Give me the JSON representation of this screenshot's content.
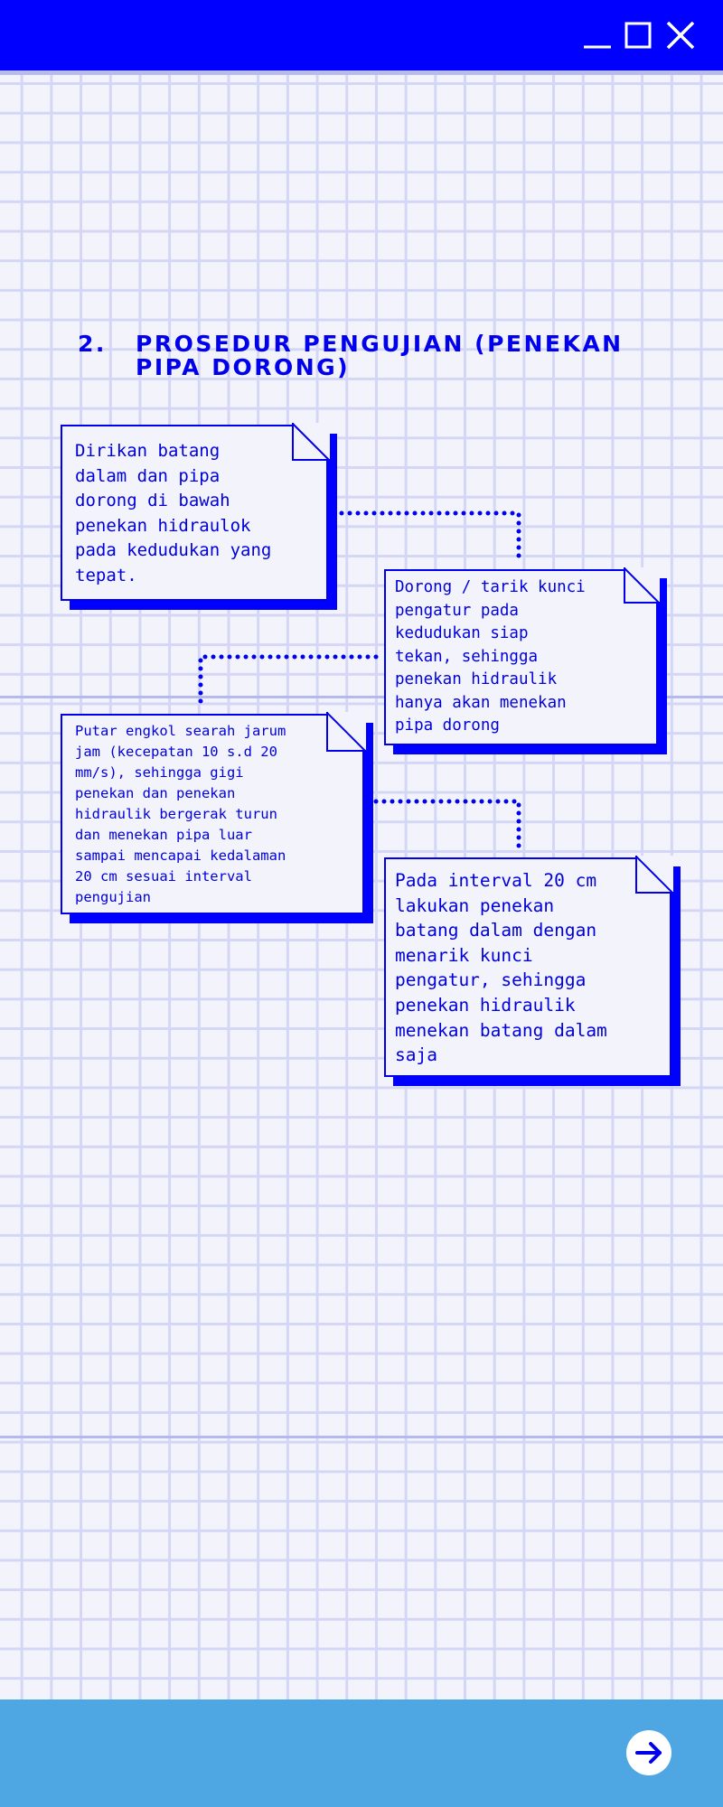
{
  "window": {
    "controls": [
      "minimize-icon",
      "maximize-icon",
      "close-icon"
    ],
    "titlebar_color": "#0000ff"
  },
  "section": {
    "number": "2.",
    "title": "PROSEDUR PENGUJIAN (PENEKAN PIPA DORONG)"
  },
  "steps": [
    {
      "text": "Dirikan batang\ndalam dan pipa\ndorong di bawah\npenekan hidraulok\npada kedudukan yang\ntepat."
    },
    {
      "text": "Dorong / tarik kunci\npengatur pada\nkedudukan siap\ntekan, sehingga\npenekan hidraulik\nhanya akan menekan\npipa dorong"
    },
    {
      "text": "Putar engkol searah jarum\njam (kecepatan 10 s.d 20\nmm/s), sehingga gigi\npenekan dan penekan\nhidraulik bergerak turun\ndan menekan pipa luar\nsampai mencapai kedalaman\n20 cm sesuai interval\npengujian"
    },
    {
      "text": "Pada interval 20 cm\nlakukan penekan\nbatang dalam dengan\nmenarik kunci\npengatur, sehingga\npenekan hidraulik\nmenekan batang dalam\nsaja"
    }
  ],
  "footer": {
    "color": "#4ea6e3",
    "next_icon": "arrow-right-icon"
  },
  "colors": {
    "accent": "#0000ff",
    "background": "#f3f4fb",
    "grid": "#d4d6f6"
  }
}
